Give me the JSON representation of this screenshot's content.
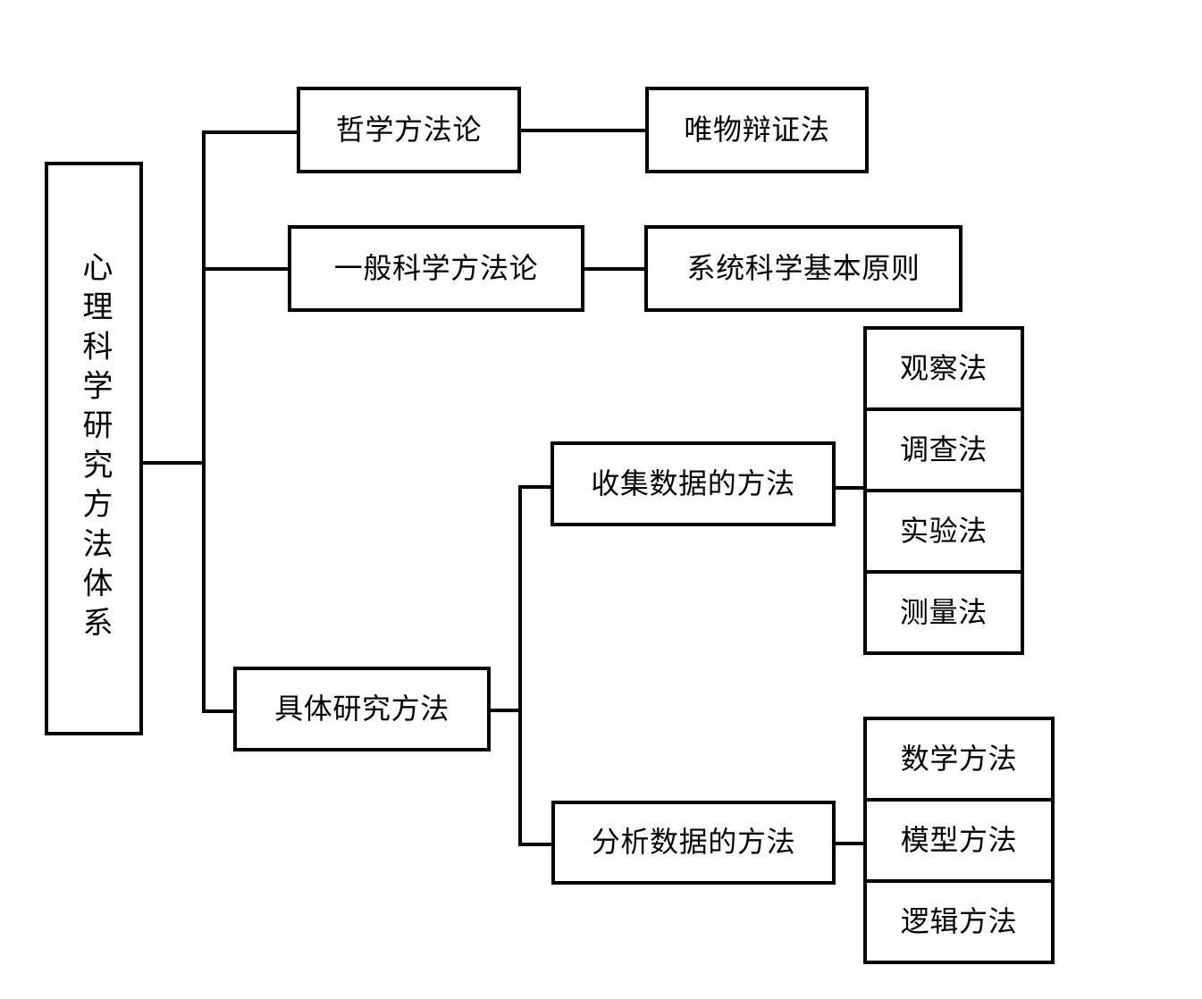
{
  "diagram": {
    "title_node": {
      "id": "root",
      "label": "心理科学研究方法体系",
      "orientation": "vertical"
    },
    "level1": [
      {
        "id": "philosophy-methodology",
        "label": "哲学方法论"
      },
      {
        "id": "general-science-methodology",
        "label": "一般科学方法论"
      },
      {
        "id": "concrete-research-methods",
        "label": "具体研究方法"
      }
    ],
    "level2": [
      {
        "id": "materialist-dialectics",
        "label": "唯物辩证法",
        "parent": "philosophy-methodology"
      },
      {
        "id": "systems-science-principles",
        "label": "系统科学基本原则",
        "parent": "general-science-methodology"
      },
      {
        "id": "data-collection-methods",
        "label": "收集数据的方法",
        "parent": "concrete-research-methods"
      },
      {
        "id": "data-analysis-methods",
        "label": "分析数据的方法",
        "parent": "concrete-research-methods"
      }
    ],
    "collection_children": [
      {
        "id": "observation-method",
        "label": "观察法"
      },
      {
        "id": "survey-method",
        "label": "调查法"
      },
      {
        "id": "experiment-method",
        "label": "实验法"
      },
      {
        "id": "measurement-method",
        "label": "测量法"
      }
    ],
    "analysis_children": [
      {
        "id": "mathematical-method",
        "label": "数学方法"
      },
      {
        "id": "model-method",
        "label": "模型方法"
      },
      {
        "id": "logical-method",
        "label": "逻辑方法"
      }
    ],
    "style": {
      "line_color": "#000000",
      "box_fill": "#ffffff",
      "text_color": "#000000"
    }
  }
}
